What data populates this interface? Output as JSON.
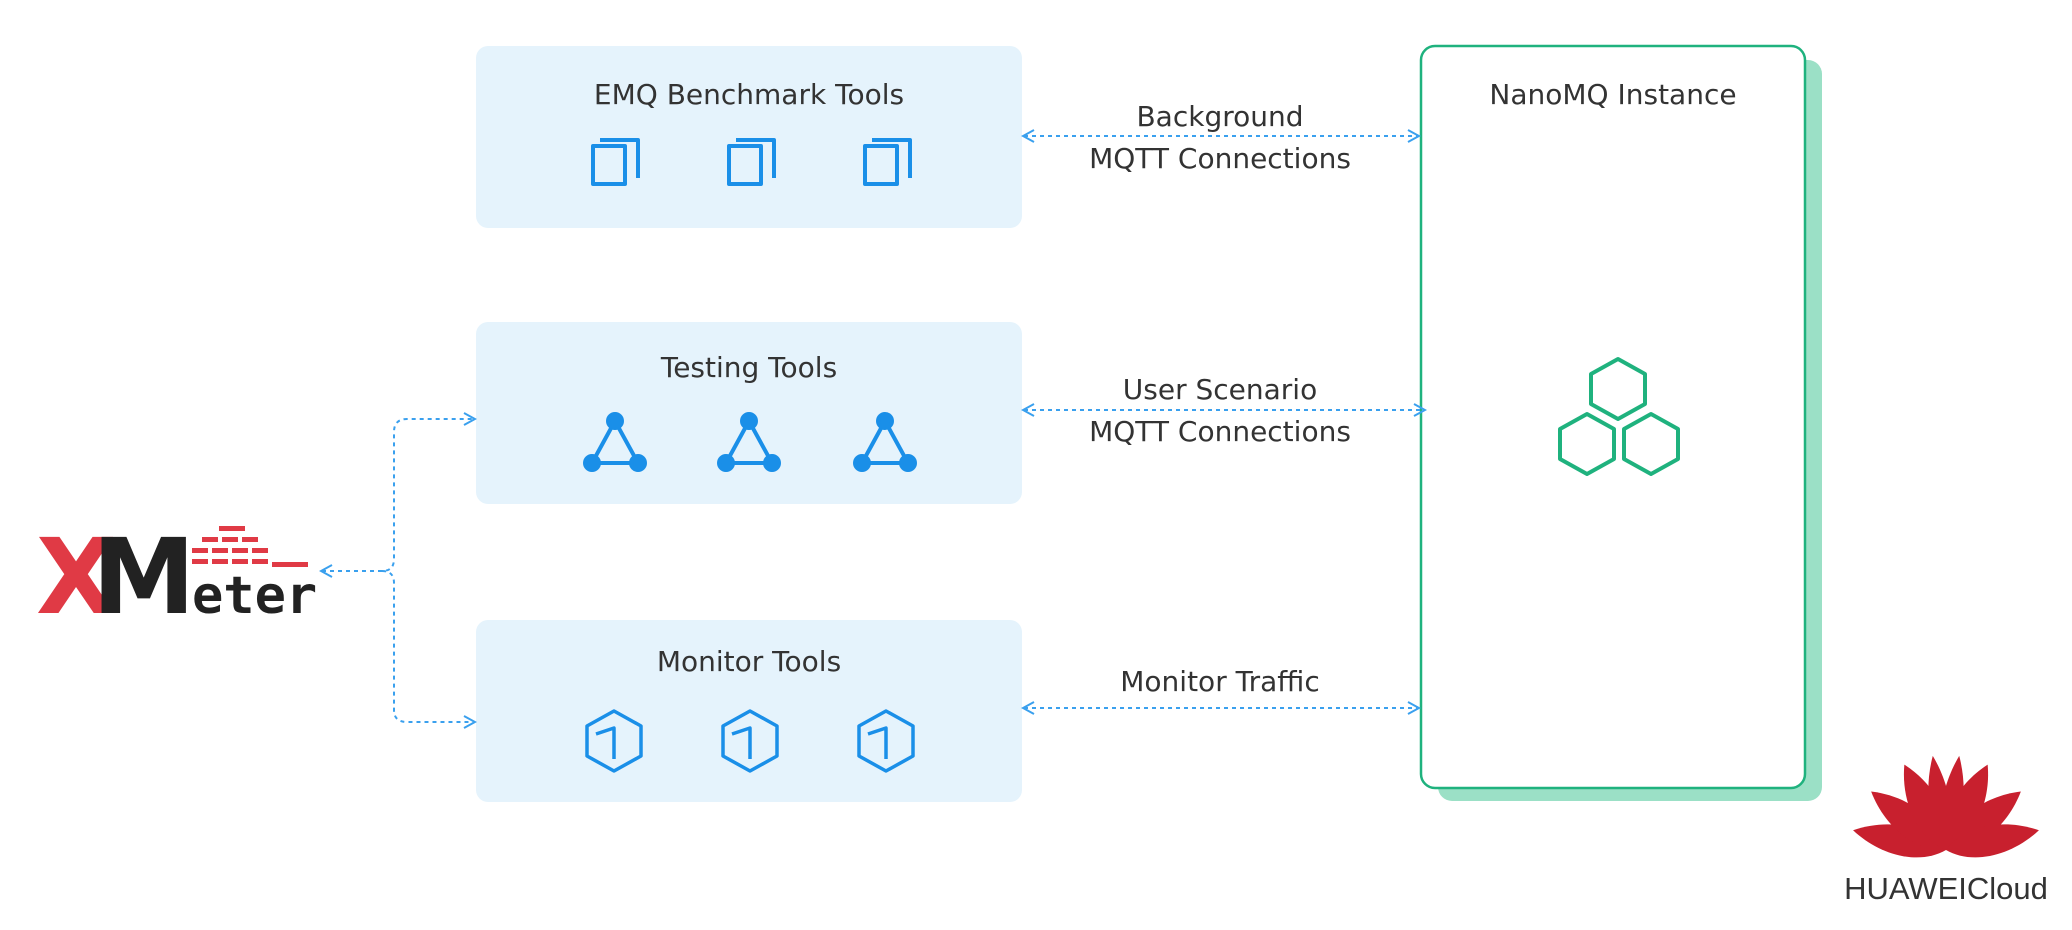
{
  "boxes": {
    "benchmark": {
      "title": "EMQ Benchmark Tools",
      "icon": "copy-icon"
    },
    "testing": {
      "title": "Testing Tools",
      "icon": "network-triangle-icon"
    },
    "monitor": {
      "title": "Monitor Tools",
      "icon": "cube-icon"
    }
  },
  "instance": {
    "title": "NanoMQ Instance",
    "icon": "hexagon-cluster-icon"
  },
  "connections": {
    "background": {
      "line1": "Background",
      "line2": "MQTT Connections"
    },
    "user": {
      "line1": "User Scenario",
      "line2": "MQTT Connections"
    },
    "monitor": {
      "line1": "Monitor Traffic"
    }
  },
  "logos": {
    "xmeter": {
      "text_x": "X",
      "text_m": "M",
      "text_eter": "eter"
    },
    "huawei": {
      "label": "HUAWEICloud"
    }
  },
  "colors": {
    "box_fill": "#E5F3FC",
    "icon_blue": "#1A8FE8",
    "arrow_blue": "#3AA0EE",
    "green": "#1FB27E",
    "green_shadow": "#9BE0C6",
    "xmeter_red": "#E03A45",
    "xmeter_dark": "#222222",
    "huawei_red": "#C8202E"
  }
}
